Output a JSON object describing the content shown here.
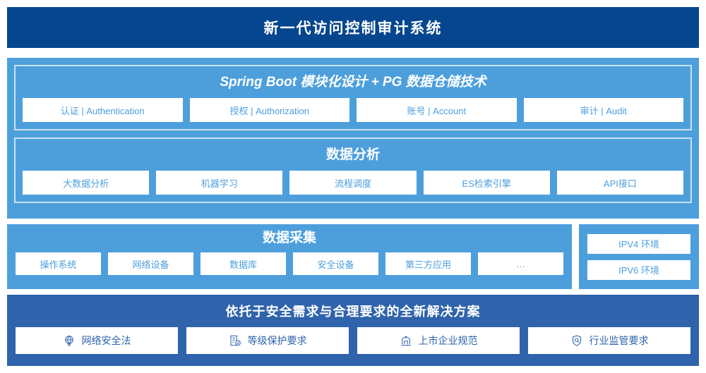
{
  "header": {
    "title": "新一代访问控制审计系统",
    "bg_color": "#06468f"
  },
  "platform": {
    "bg_color": "#4d9fdc",
    "panels": [
      {
        "title": "Spring Boot 模块化设计 + PG 数据仓储技术",
        "title_style": "italic",
        "cards": [
          {
            "label": "认证 | Authentication"
          },
          {
            "label": "授权 | Authorization"
          },
          {
            "label": "账号 | Account"
          },
          {
            "label": "审计 | Audit"
          }
        ]
      },
      {
        "title": "数据分析",
        "title_style": "normal",
        "cards": [
          {
            "label": "大数据分析"
          },
          {
            "label": "机器学习"
          },
          {
            "label": "流程调度"
          },
          {
            "label": "ES检索引擎"
          },
          {
            "label": "API接口"
          }
        ]
      }
    ]
  },
  "collection": {
    "title": "数据采集",
    "bg_color": "#4d9fdc",
    "cards": [
      {
        "label": "操作系统"
      },
      {
        "label": "网络设备"
      },
      {
        "label": "数据库"
      },
      {
        "label": "安全设备"
      },
      {
        "label": "第三方应用"
      },
      {
        "label": "…"
      }
    ]
  },
  "environment": {
    "bg_color": "#4d9fdc",
    "items": [
      {
        "label": "IPV4 环境"
      },
      {
        "label": "IPV6 环境"
      }
    ]
  },
  "compliance": {
    "title": "依托于安全需求与合理要求的全新解决方案",
    "bg_color": "#2f63ab",
    "items": [
      {
        "label": "网络安全法",
        "icon": "globe-network-icon"
      },
      {
        "label": "等级保护要求",
        "icon": "document-check-icon"
      },
      {
        "label": "上市企业规范",
        "icon": "bank-building-icon"
      },
      {
        "label": "行业监管要求",
        "icon": "shield-search-icon"
      }
    ]
  },
  "colors": {
    "header_navy": "#06468f",
    "panel_blue": "#4d9fdc",
    "bottom_blue": "#2f63ab",
    "card_white": "#ffffff",
    "inner_border": "#c9e2f5"
  }
}
